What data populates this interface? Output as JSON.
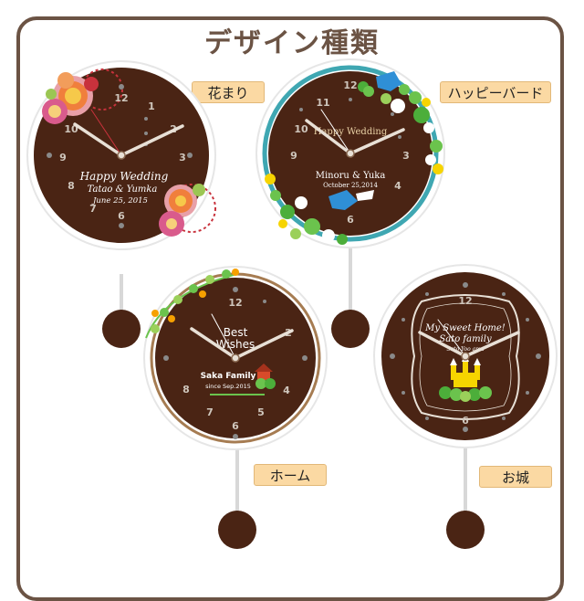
{
  "page": {
    "title": "デザイン種類"
  },
  "colors": {
    "frame": "#6b5344",
    "face": "#4a2414",
    "tag": "#fbd9a3",
    "hand": "#e8e0d6"
  },
  "clocks": [
    {
      "name": "花まり",
      "design": "flower-ball",
      "face_text": [
        "Happy Wedding",
        "Tatao & Yumka",
        "June 25, 2015"
      ]
    },
    {
      "name": "ハッピーバード",
      "design": "happy-bird",
      "face_text": [
        "Happy Wedding",
        "Minoru & Yuka",
        "October 25,2014"
      ]
    },
    {
      "name": "ホーム",
      "design": "home",
      "face_text": [
        "Best",
        "Wishes",
        "Saka Family",
        "since Sep.2015"
      ]
    },
    {
      "name": "お城",
      "design": "castle",
      "face_text": [
        "My Sweet Home!",
        "Sato family",
        "Sato Yoo ama"
      ]
    }
  ],
  "numerals": [
    "12",
    "3",
    "6",
    "9",
    "1",
    "2",
    "4",
    "5",
    "7",
    "8",
    "10",
    "11"
  ]
}
